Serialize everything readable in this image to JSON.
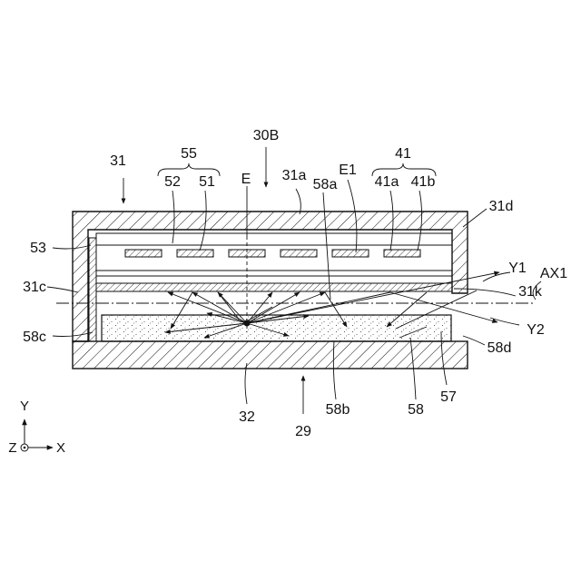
{
  "figure": {
    "labels": {
      "l30B": "30B",
      "l31": "31",
      "l55": "55",
      "l52": "52",
      "l51": "51",
      "lE": "E",
      "l31a": "31a",
      "lE1": "E1",
      "l58a": "58a",
      "l41": "41",
      "l41a": "41a",
      "l41b": "41b",
      "l31d": "31d",
      "l53": "53",
      "lY1": "Y1",
      "lAX1": "AX1",
      "l31c": "31c",
      "l31k": "31k",
      "l58c": "58c",
      "lY2": "Y2",
      "l58d": "58d",
      "l32": "32",
      "l58b": "58b",
      "l58": "58",
      "l57": "57",
      "l29": "29"
    },
    "axes": {
      "y": "Y",
      "x": "X",
      "z": "Z"
    }
  }
}
